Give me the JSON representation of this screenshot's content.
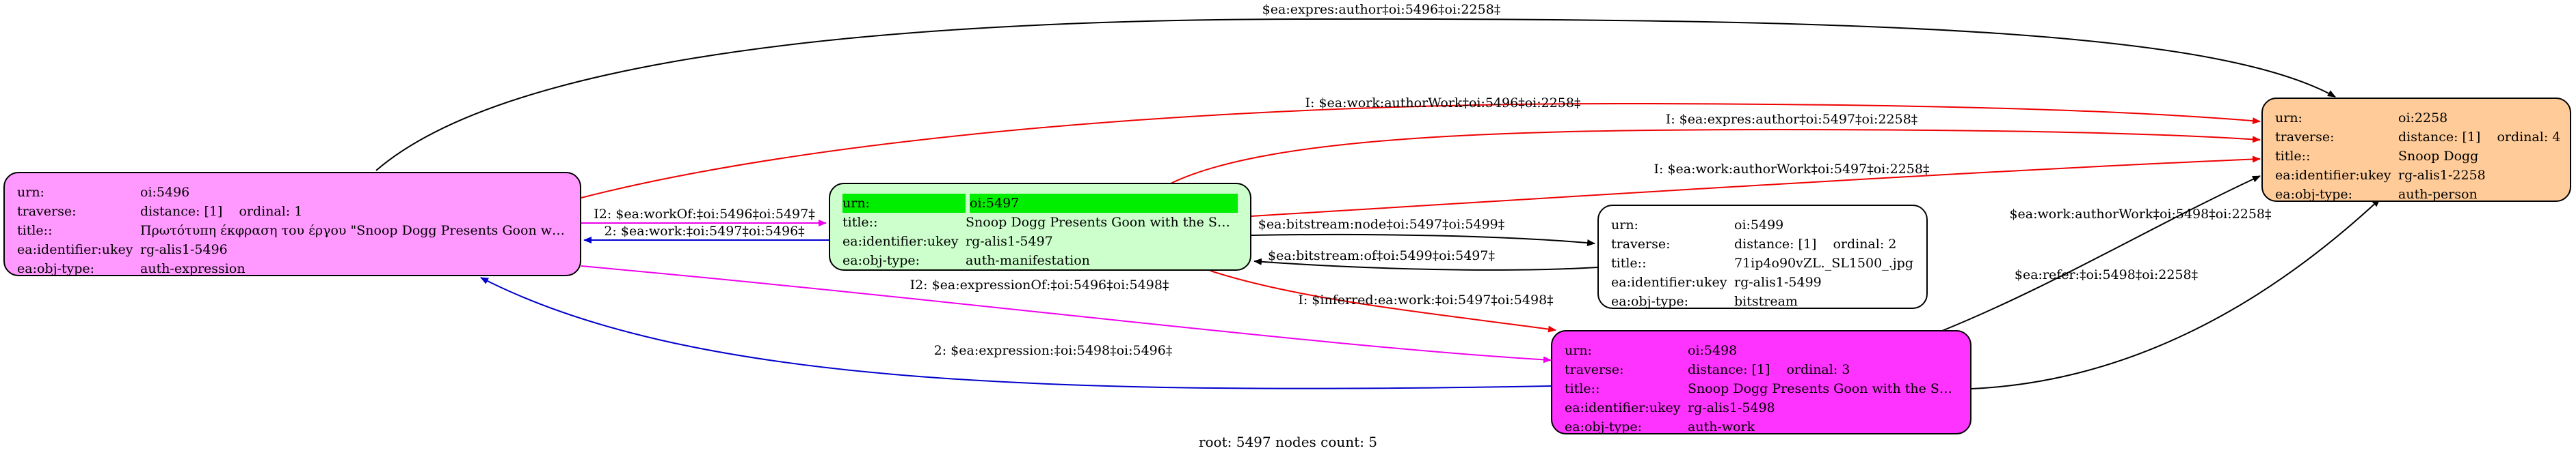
{
  "colors": {
    "black": "#000000",
    "red": "#ee0000",
    "blue": "#0000cc",
    "magenta": "#ee00ee",
    "node_oi5496": "#ff99ff",
    "node_oi5497": "#ccffcc",
    "node_oi5499": "#ffffff",
    "node_oi5498": "#ff33ff",
    "node_oi2258": "#ffcc99",
    "highlight": "#00ee00"
  },
  "nodes": [
    {
      "id": "oi5496",
      "rows": [
        {
          "k": "urn:",
          "v": "oi:5496"
        },
        {
          "k": "traverse:",
          "v": "distance: [1]",
          "v2": "ordinal: 1"
        },
        {
          "k": "title::",
          "v": "Πρωτότυπη έκφραση του έργου \"Snoop Dogg Presents Goon with..."
        },
        {
          "k": "ea:identifier:ukey",
          "v": "rg-alis1-5496"
        },
        {
          "k": "ea:obj-type:",
          "v": "auth-expression"
        }
      ]
    },
    {
      "id": "oi5497",
      "rows": [
        {
          "k": "urn:",
          "v": "oi:5497"
        },
        {
          "k": "title::",
          "v": "Snoop Dogg Presents Goon with the Spoon"
        },
        {
          "k": "ea:identifier:ukey",
          "v": "rg-alis1-5497"
        },
        {
          "k": "ea:obj-type:",
          "v": "auth-manifestation"
        }
      ]
    },
    {
      "id": "oi5499",
      "rows": [
        {
          "k": "urn:",
          "v": "oi:5499"
        },
        {
          "k": "traverse:",
          "v": "distance: [1]",
          "v2": "ordinal: 2"
        },
        {
          "k": "title::",
          "v": "71ip4o90vZL._SL1500_.jpg"
        },
        {
          "k": "ea:identifier:ukey",
          "v": "rg-alis1-5499"
        },
        {
          "k": "ea:obj-type:",
          "v": "bitstream"
        }
      ]
    },
    {
      "id": "oi5498",
      "rows": [
        {
          "k": "urn:",
          "v": "oi:5498"
        },
        {
          "k": "traverse:",
          "v": "distance: [1]",
          "v2": "ordinal: 3"
        },
        {
          "k": "title::",
          "v": "Snoop Dogg Presents Goon with the Spoon"
        },
        {
          "k": "ea:identifier:ukey",
          "v": "rg-alis1-5498"
        },
        {
          "k": "ea:obj-type:",
          "v": "auth-work"
        }
      ]
    },
    {
      "id": "oi2258",
      "rows": [
        {
          "k": "urn:",
          "v": "oi:2258"
        },
        {
          "k": "traverse:",
          "v": "distance: [1]",
          "v2": "ordinal: 4"
        },
        {
          "k": "title::",
          "v": "Snoop Dogg"
        },
        {
          "k": "ea:identifier:ukey",
          "v": "rg-alis1-2258"
        },
        {
          "k": "ea:obj-type:",
          "v": "auth-person"
        }
      ]
    }
  ],
  "edges": [
    {
      "from": "oi5496",
      "to": "oi2258",
      "label": "$ea:expres:author‡oi:5496‡oi:2258‡",
      "color": "black"
    },
    {
      "from": "oi5496",
      "to": "oi2258",
      "label": "I: $ea:work:authorWork‡oi:5496‡oi:2258‡",
      "color": "red"
    },
    {
      "from": "oi5497",
      "to": "oi2258",
      "label": "I: $ea:expres:author‡oi:5497‡oi:2258‡",
      "color": "red"
    },
    {
      "from": "oi5497",
      "to": "oi2258",
      "label": "I: $ea:work:authorWork‡oi:5497‡oi:2258‡",
      "color": "red"
    },
    {
      "from": "oi5496",
      "to": "oi5497",
      "label": "I2: $ea:workOf:‡oi:5496‡oi:5497‡",
      "color": "magenta"
    },
    {
      "from": "oi5497",
      "to": "oi5496",
      "label": "2: $ea:work:‡oi:5497‡oi:5496‡",
      "color": "blue"
    },
    {
      "from": "oi5497",
      "to": "oi5499",
      "label": "$ea:bitstream:node‡oi:5497‡oi:5499‡",
      "color": "black"
    },
    {
      "from": "oi5499",
      "to": "oi5497",
      "label": "$ea:bitstream:of‡oi:5499‡oi:5497‡",
      "color": "black"
    },
    {
      "from": "oi5496",
      "to": "oi5498",
      "label": "I2: $ea:expressionOf:‡oi:5496‡oi:5498‡",
      "color": "magenta"
    },
    {
      "from": "oi5497",
      "to": "oi5498",
      "label": "I: $inferred:ea:work:‡oi:5497‡oi:5498‡",
      "color": "red"
    },
    {
      "from": "oi5498",
      "to": "oi5496",
      "label": "2: $ea:expression:‡oi:5498‡oi:5496‡",
      "color": "blue"
    },
    {
      "from": "oi5498",
      "to": "oi2258",
      "label": "$ea:work:authorWork‡oi:5498‡oi:2258‡",
      "color": "black"
    },
    {
      "from": "oi5498",
      "to": "oi2258",
      "label": "$ea:refer:‡oi:5498‡oi:2258‡",
      "color": "black"
    }
  ],
  "footer": "root: 5497 nodes count: 5"
}
